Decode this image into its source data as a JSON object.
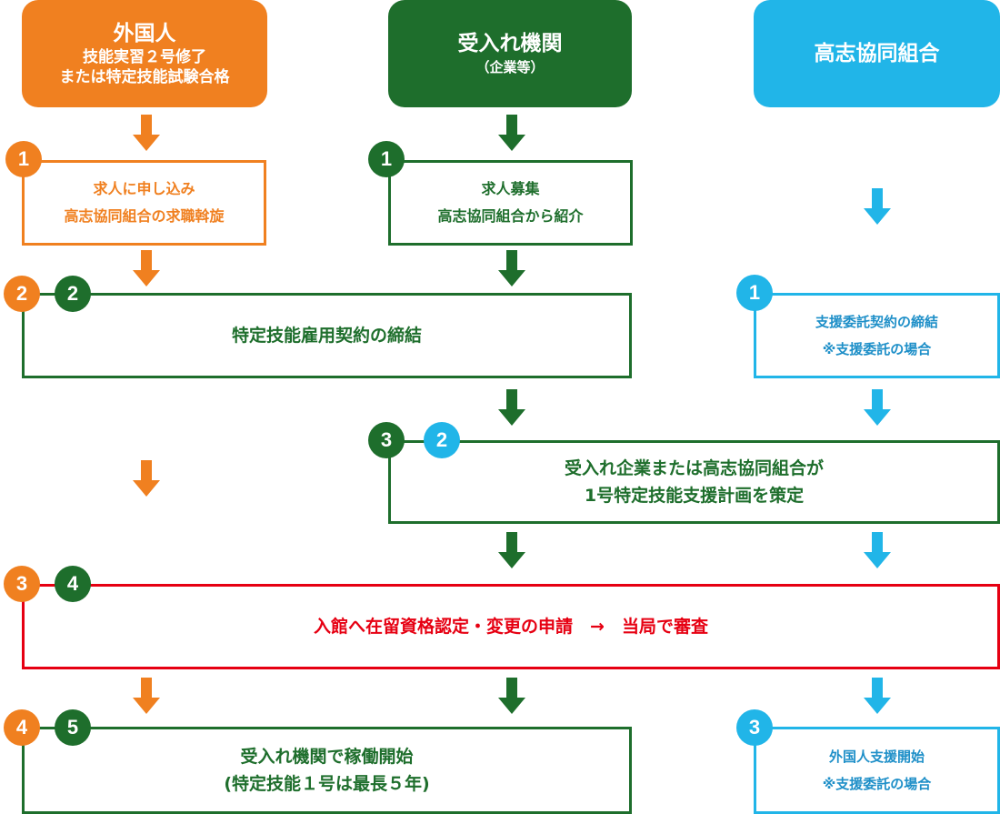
{
  "colors": {
    "orange": "#f08020",
    "green": "#1e6e2c",
    "blue": "#21b5e8",
    "red": "#e60012"
  },
  "headers": {
    "foreigner": {
      "title": "外国人",
      "line2": "技能実習２号修了",
      "line3": "または特定技能試験合格"
    },
    "company": {
      "title": "受入れ機関",
      "line2": "（企業等）"
    },
    "association": {
      "title": "高志協同組合"
    }
  },
  "steps": {
    "foreigner_apply": {
      "number": "1",
      "line1": "求人に申し込み",
      "line2": "高志協同組合の求職斡旋"
    },
    "company_recruit": {
      "number": "1",
      "line1": "求人募集",
      "line2": "高志協同組合から紹介"
    },
    "employment_contract": {
      "number_foreigner": "2",
      "number_company": "2",
      "line1": "特定技能雇用契約の締結"
    },
    "support_contract": {
      "number": "1",
      "line1": "支援委託契約の締結",
      "line2": "※支援委託の場合"
    },
    "support_plan": {
      "number_company": "3",
      "number_association": "2",
      "line1": "受入れ企業または高志協同組合が",
      "line2": "1号特定技能支援計画を策定"
    },
    "immigration": {
      "number_foreigner": "3",
      "number_company": "4",
      "line1": "入館へ在留資格認定・変更の申請　→　当局で審査"
    },
    "start_work": {
      "number_foreigner": "4",
      "number_company": "5",
      "line1": "受入れ機関で稼働開始",
      "line2": "(特定技能１号は最長５年)"
    },
    "start_support": {
      "number": "3",
      "line1": "外国人支援開始",
      "line2": "※支援委託の場合"
    }
  }
}
